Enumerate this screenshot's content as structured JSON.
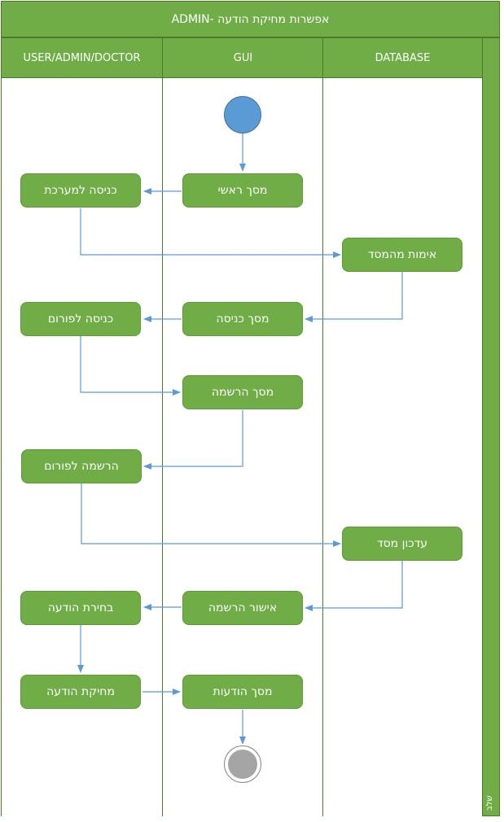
{
  "diagram": {
    "title": "אפשרות מחיקת הודעה -ADMIN",
    "side_label": "שלב",
    "lanes": [
      {
        "name": "USER/ADMIN/DOCTOR"
      },
      {
        "name": "GUI"
      },
      {
        "name": "DATABASE"
      }
    ],
    "nodes": {
      "main_screen": "מסך ראשי",
      "enter_system": "כניסה למערכת",
      "db_auth": "אימות מהמסד",
      "login_screen": "מסך כניסה",
      "enter_forum": "כניסה לפורום",
      "register_screen": "מסך הרשמה",
      "register_forum": "הרשמה לפורום",
      "db_update": "עדכון מסד",
      "register_confirm": "אישור הרשמה",
      "select_message": "בחירת הודעה",
      "delete_message": "מחיקת הודעה",
      "messages_screen": "מסך הודעות"
    },
    "colors": {
      "lane_fill": "#70ad47",
      "start_fill": "#5b9bd5",
      "end_fill": "#a5a5a5",
      "arrow": "#5b9bd5"
    }
  }
}
